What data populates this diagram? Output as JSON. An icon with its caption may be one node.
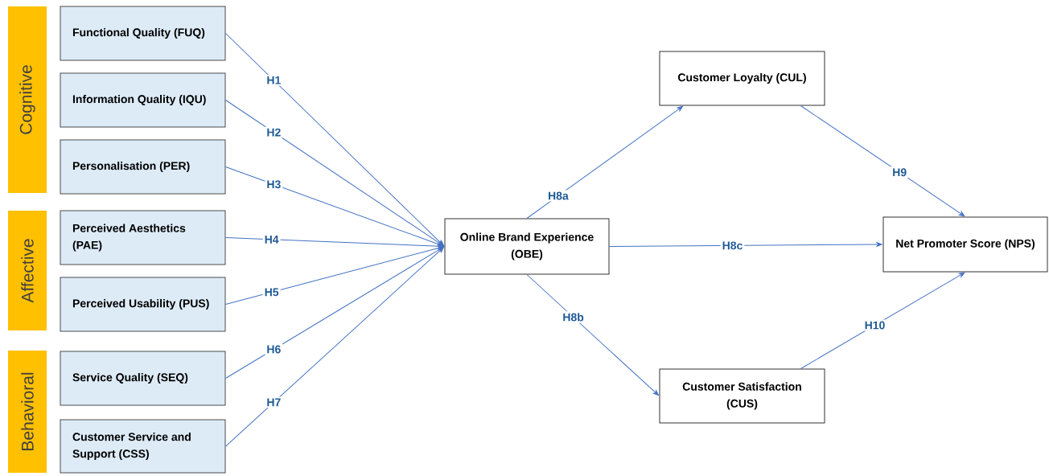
{
  "diagram": {
    "nodes": [
      {
        "text": [
          "Cognitive"
        ]
      },
      {
        "text": [
          "Affective"
        ]
      },
      {
        "text": [
          "Behavioral"
        ]
      },
      {
        "text": [
          "Functional Quality (FUQ)"
        ]
      },
      {
        "text": [
          "Information Quality (IQU)"
        ]
      },
      {
        "text": [
          "Personalisation (PER)"
        ]
      },
      {
        "text": [
          "Perceived Aesthetics (PAE)"
        ]
      },
      {
        "text": [
          "Perceived Usability (PUS)"
        ]
      },
      {
        "text": [
          "Service Quality (SEQ)"
        ]
      },
      {
        "text": [
          "Customer Service and Support (CSS)"
        ]
      },
      {
        "text": [
          "Online Brand Experience (OBE)"
        ]
      },
      {
        "text": [
          "Customer Loyalty (CUL)"
        ]
      },
      {
        "text": [
          "Net Promoter Score (NPS)"
        ]
      },
      {
        "text": [
          "Customer Satisfaction (CUS)"
        ]
      }
    ],
    "edges": [
      {
        "from": 3,
        "to": 10,
        "arrow": "to",
        "label": "H1"
      },
      {
        "from": 4,
        "to": 10,
        "arrow": "to",
        "label": "H2"
      },
      {
        "from": 5,
        "to": 10,
        "arrow": "to",
        "label": "H3"
      },
      {
        "from": 6,
        "to": 10,
        "arrow": "to",
        "label": "H4"
      },
      {
        "from": 7,
        "to": 10,
        "arrow": "to",
        "label": "H5"
      },
      {
        "from": 8,
        "to": 10,
        "arrow": "to",
        "label": "H6"
      },
      {
        "from": 9,
        "to": 10,
        "arrow": "to",
        "label": "H7"
      },
      {
        "from": 10,
        "to": 11,
        "arrow": "to",
        "label": "H8a"
      },
      {
        "from": 10,
        "to": 13,
        "arrow": "to",
        "label": "H8b"
      },
      {
        "from": 10,
        "to": 12,
        "arrow": "to",
        "label": "H8c"
      },
      {
        "from": 11,
        "to": 12,
        "arrow": "to",
        "label": "H9"
      },
      {
        "from": 13,
        "to": 12,
        "arrow": "to",
        "label": "H10"
      }
    ]
  }
}
